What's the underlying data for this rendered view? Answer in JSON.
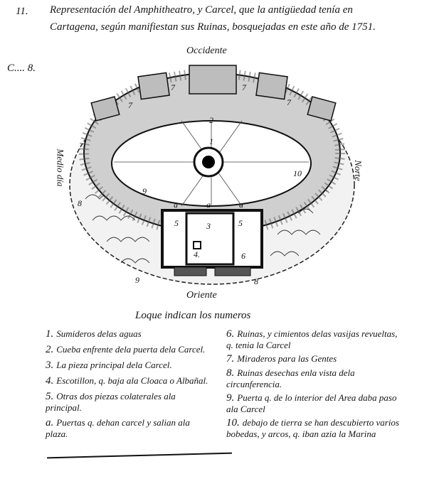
{
  "page_number": "11.",
  "title": {
    "line1": "Representación del Amphitheatro, y Carcel, que la antigüedad tenía en",
    "line2": "Cartagena, según manifiestan sus Ruinas, bosquejadas en este año de 1751."
  },
  "margin_note": "C.... 8.",
  "compass": {
    "top": "Occidente",
    "bottom": "Oriente",
    "left": "Medio día",
    "right": "Norte"
  },
  "plan_labels": [
    "1",
    "2",
    "3",
    "4.",
    "5",
    "5",
    "6",
    "7",
    "7",
    "7",
    "7",
    "8",
    "8",
    "9",
    "9",
    "10",
    "a",
    "a",
    "a"
  ],
  "legend": {
    "heading": "Loque indican los numeros",
    "left": [
      {
        "num": "1.",
        "text": "Sumideros delas aguas"
      },
      {
        "num": "2.",
        "text": "Cueba enfrente dela puerta dela Carcel."
      },
      {
        "num": "3.",
        "text": "La pieza principal dela Carcel."
      },
      {
        "num": "4.",
        "text": "Escotillon, q. baja ala Cloaca o Albañal."
      },
      {
        "num": "5.",
        "text": "Otras dos piezas colaterales ala principal."
      },
      {
        "num": "a.",
        "text": "Puertas q. dehan carcel y salian ala plaza."
      }
    ],
    "right": [
      {
        "num": "6.",
        "text": "Ruinas, y cimientos delas vasijas revueltas, q. tenia la Carcel"
      },
      {
        "num": "7.",
        "text": "Miraderos para las Gentes"
      },
      {
        "num": "8.",
        "text": "Ruinas desechas enla vista dela circunferencia."
      },
      {
        "num": "9.",
        "text": "Puerta q. de lo interior del Area daba paso ala Carcel"
      },
      {
        "num": "10.",
        "text": "debajo de tierra se han descubierto varios bobedas, y arcos, q. iban azia la Marina"
      }
    ]
  }
}
